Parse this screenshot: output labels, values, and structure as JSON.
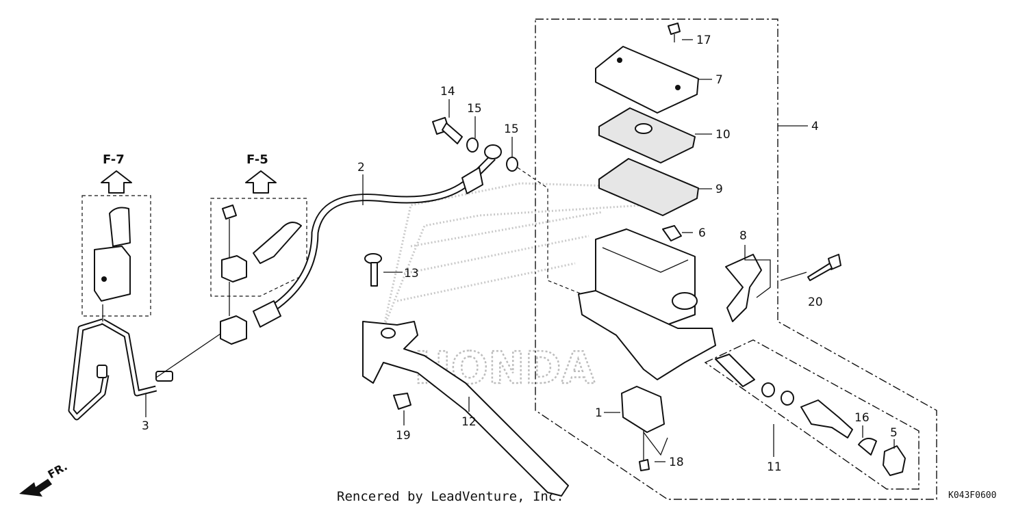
{
  "diagram": {
    "callouts": {
      "c1": "1",
      "c2": "2",
      "c3": "3",
      "c4": "4",
      "c5": "5",
      "c6": "6",
      "c7": "7",
      "c8": "8",
      "c9": "9",
      "c10": "10",
      "c11": "11",
      "c12": "12",
      "c13": "13",
      "c14": "14",
      "c15a": "15",
      "c15b": "15",
      "c16": "16",
      "c17": "17",
      "c18": "18",
      "c19": "19",
      "c20": "20"
    },
    "refs": {
      "f7": "F-7",
      "f5": "F-5"
    },
    "front_arrow": "FR.",
    "watermark_logo": "HONDA",
    "footer": "Rencered by LeadVenture, Inc.",
    "diagram_code": "K043F0600"
  }
}
